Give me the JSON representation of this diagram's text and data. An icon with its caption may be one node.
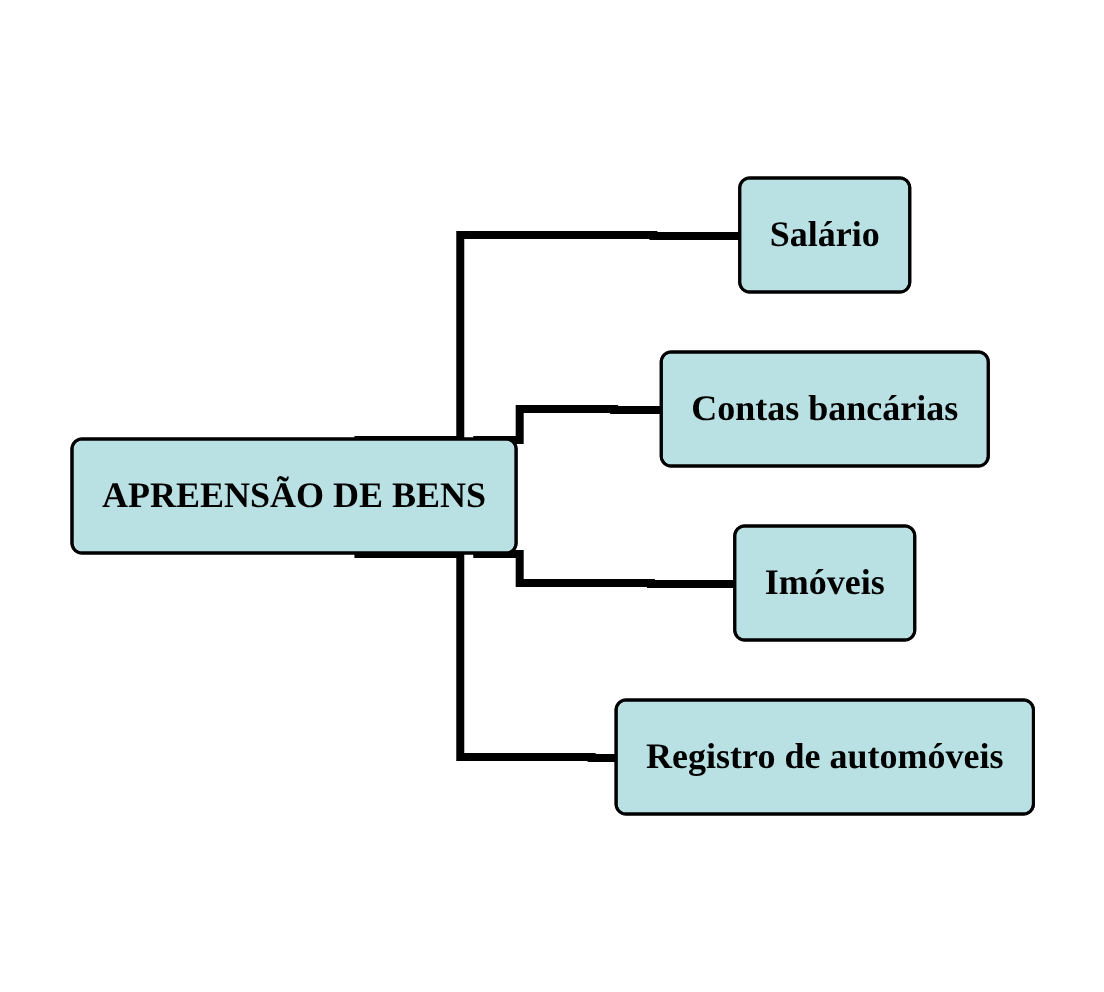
{
  "diagram": {
    "nodes": [
      {
        "text": [
          "APREENSÃO DE BENS"
        ]
      },
      {
        "text": [
          "Salário"
        ]
      },
      {
        "text": [
          "Contas bancárias"
        ]
      },
      {
        "text": [
          "Imóveis"
        ]
      },
      {
        "text": [
          "Registro de automóveis"
        ]
      }
    ],
    "edges": [
      {
        "from": 0,
        "to": 1,
        "arrow": "none"
      },
      {
        "from": 0,
        "to": 2,
        "arrow": "none"
      },
      {
        "from": 0,
        "to": 3,
        "arrow": "none"
      },
      {
        "from": 0,
        "to": 4,
        "arrow": "none"
      }
    ]
  }
}
